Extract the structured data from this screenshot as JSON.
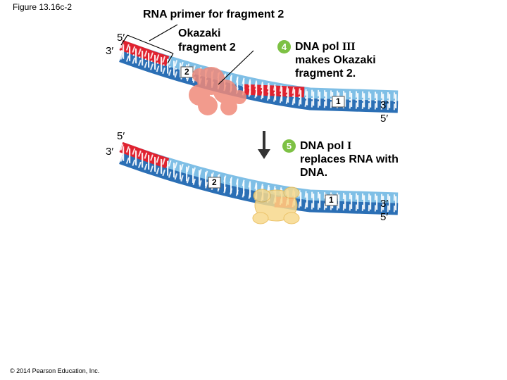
{
  "figure_label": "Figure 13.16c-2",
  "copyright": "© 2014 Pearson Education, Inc.",
  "primer_label": "RNA primer for fragment 2",
  "okazaki_label": "Okazaki fragment 2",
  "top_panel": {
    "left_top_end": "5′",
    "left_bottom_end": "3′",
    "right_top_end": "3′",
    "right_bottom_end": "5′",
    "fragment_2_tag": "2",
    "fragment_1_tag": "1",
    "step_number": "4",
    "step_text_prefix": "DNA pol ",
    "step_text_roman": "III",
    "step_text_rest": "makes Okazaki fragment 2."
  },
  "bottom_panel": {
    "left_top_end": "5′",
    "left_bottom_end": "3′",
    "right_top_end": "3′",
    "right_bottom_end": "5′",
    "fragment_2_tag": "2",
    "fragment_1_tag": "1",
    "step_number": "5",
    "step_text_prefix": "DNA pol ",
    "step_text_roman": "I",
    "step_text_rest": "replaces RNA with DNA."
  },
  "colors": {
    "template_strand": "#2b6fb5",
    "new_dna_light": "#7fbfe6",
    "rna_primer": "#e0222f",
    "dna_pol_iii": "#f08a7a",
    "dna_pol_i": "#f7d98c",
    "step_badge": "#7dc144"
  }
}
